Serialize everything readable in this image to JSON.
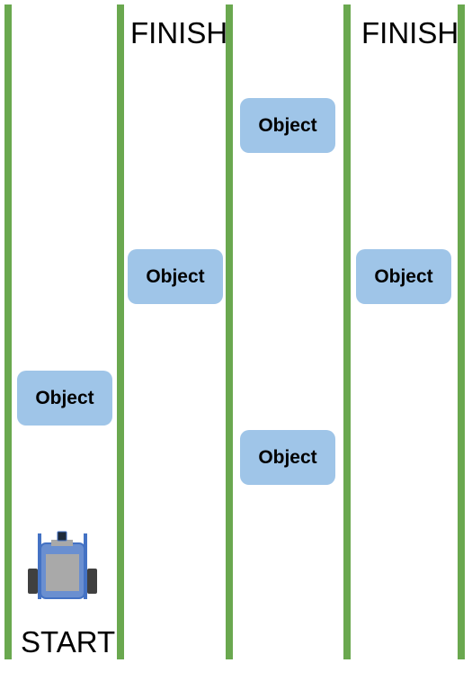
{
  "labels": {
    "finish_1": "FINISH",
    "finish_2": "FINISH",
    "start": "START"
  },
  "objects": {
    "lane1": "Object",
    "lane2": "Object",
    "lane3_top": "Object",
    "lane3_bottom": "Object",
    "lane4": "Object"
  },
  "colors": {
    "lane_line": "#6aa84f",
    "object_fill": "#9fc5e8",
    "robot_frame": "#4472c4",
    "robot_body": "#a9a9a9",
    "robot_wheel": "#404040"
  },
  "icons": {
    "robot": "robot-car-icon"
  }
}
